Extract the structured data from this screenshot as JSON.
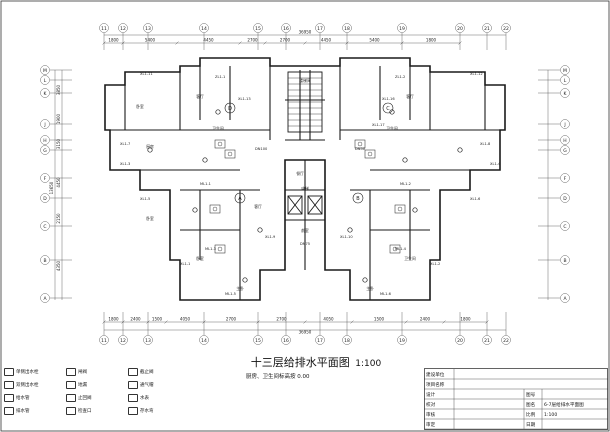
{
  "title": "十三层给排水平面图",
  "title_scale": "1:100",
  "subtitle": "厨房、卫生间标高按 0.00",
  "top_dims": [
    "1800",
    "5400",
    "4450",
    "2700",
    "2700",
    "4450",
    "5400",
    "1800"
  ],
  "top_total": "36950",
  "bottom_dims": [
    "1800",
    "2400",
    "1500",
    "4050",
    "2700",
    "2700",
    "4050",
    "1500",
    "2400",
    "1800"
  ],
  "bottom_total": "36950",
  "left_dims": [
    "3850",
    "1900",
    "3150",
    "4450",
    "2150",
    "4350"
  ],
  "left_total": "13650",
  "axis_top": [
    "11",
    "12",
    "13",
    "14",
    "15",
    "16",
    "17",
    "18",
    "19",
    "20",
    "21",
    "22"
  ],
  "axis_left": [
    "M",
    "L",
    "K",
    "J",
    "H",
    "G",
    "F",
    "D",
    "C",
    "B",
    "A"
  ],
  "room_labels": [
    "卧室",
    "客厅",
    "厨房",
    "卧室",
    "卧室",
    "客厅",
    "卫生间",
    "主卧",
    "餐厅",
    "主卧",
    "卫生间",
    "电梯",
    "楼梯间",
    "前室",
    "客厅",
    "卫生间"
  ],
  "unit_labels": [
    "D",
    "C",
    "A",
    "B"
  ],
  "pipe_tags": [
    "XL1-11",
    "XL1-12",
    "XL1-13",
    "XL1-16",
    "XL1-17",
    "XL1-7",
    "XL1-8",
    "XL1-3",
    "XL1-4",
    "XL1-5",
    "XL1-6",
    "XL1-1",
    "XL1-2",
    "XL1-9",
    "XL1-10",
    "ML1-1",
    "ML1-2",
    "ML1-3",
    "ML1-4",
    "ML1-5",
    "ML1-6",
    "ZL1-1",
    "ZL1-2",
    "DN100",
    "DN50",
    "DN75"
  ],
  "legend": [
    {
      "label": "单侧出水栓",
      "icon": "hydrant-single-icon"
    },
    {
      "label": "双侧出水栓",
      "icon": "hydrant-double-icon"
    },
    {
      "label": "给水管",
      "icon": "pipe-icon"
    },
    {
      "label": "排水管",
      "icon": "drain-icon"
    },
    {
      "label": "闸阀",
      "icon": "valve-icon"
    },
    {
      "label": "地漏",
      "icon": "floor-drain-icon"
    },
    {
      "label": "止回阀",
      "icon": "check-valve-icon"
    },
    {
      "label": "检查口",
      "icon": "cleanout-icon"
    },
    {
      "label": "截止阀",
      "icon": "stop-valve-icon"
    },
    {
      "label": "通气帽",
      "icon": "vent-cap-icon"
    },
    {
      "label": "水表",
      "icon": "meter-icon"
    },
    {
      "label": "存水弯",
      "icon": "trap-icon"
    }
  ],
  "table": {
    "rows": [
      [
        "建设单位",
        ""
      ],
      [
        "项目名称",
        ""
      ],
      [
        "设计",
        "",
        "图号",
        ""
      ],
      [
        "校对",
        "",
        "图名",
        "6-7层给排水平面图"
      ],
      [
        "审核",
        "",
        "比例",
        "1:100"
      ],
      [
        "审定",
        "",
        "日期",
        ""
      ]
    ]
  },
  "colors": {
    "line": "#1a1a1a",
    "accent": "#2a2a2a",
    "bg": "#ffffff"
  }
}
